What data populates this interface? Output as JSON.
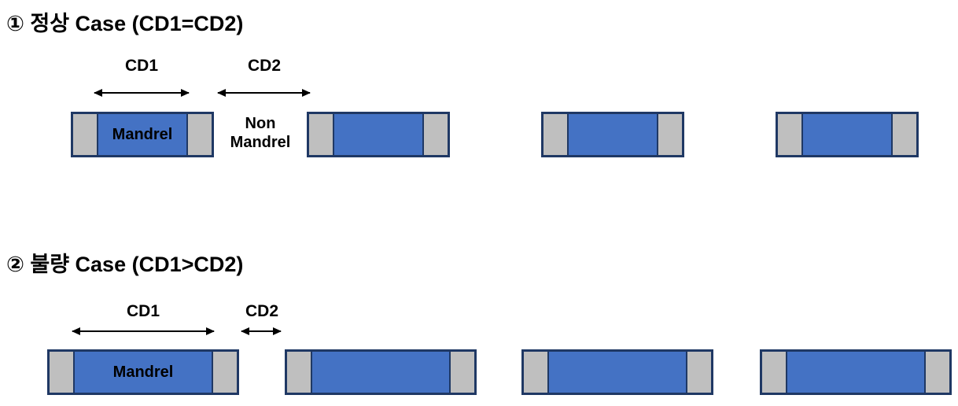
{
  "diagram": {
    "description_colors": {
      "mandrel_blue": "#4472C4",
      "spacer_gray": "#BFBFBF",
      "outline_navy": "#1F3864",
      "text_black": "#000000"
    },
    "sections": [
      {
        "title": "① 정상 Case (CD1=CD2)",
        "cd1": "CD1",
        "cd2": "CD2",
        "mandrel": "Mandrel",
        "non_mandrel_line1": "Non",
        "non_mandrel_line2": "Mandrel"
      },
      {
        "title": "② 불량 Case (CD1>CD2)",
        "cd1": "CD1",
        "cd2": "CD2",
        "mandrel": "Mandrel"
      }
    ]
  }
}
